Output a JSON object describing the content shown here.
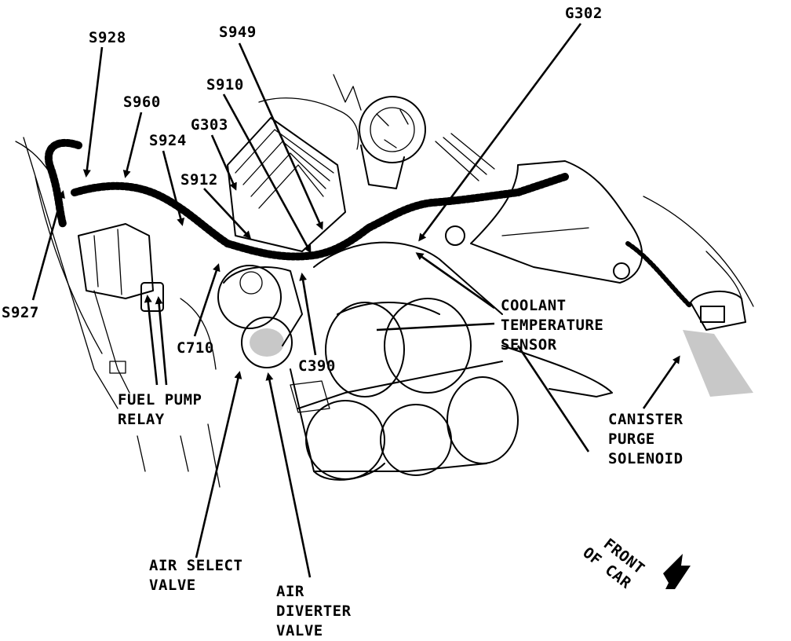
{
  "labels": {
    "g302": "G302",
    "s928": "S928",
    "s949": "S949",
    "s960": "S960",
    "s910": "S910",
    "g303": "G303",
    "s924": "S924",
    "s912": "S912",
    "s927": "S927",
    "c710": "C710",
    "c390": "C390",
    "fuel_pump_relay": [
      "FUEL PUMP",
      "RELAY"
    ],
    "coolant_temp_sensor": [
      "COOLANT",
      "TEMPERATURE",
      "SENSOR"
    ],
    "canister_purge_solenoid": [
      "CANISTER",
      "PURGE",
      "SOLENOID"
    ],
    "air_select_valve": [
      "AIR SELECT",
      "VALVE"
    ],
    "air_diverter_valve": [
      "AIR",
      "DIVERTER",
      "VALVE"
    ],
    "front_of_car": [
      "FRONT",
      "OF CAR"
    ]
  }
}
